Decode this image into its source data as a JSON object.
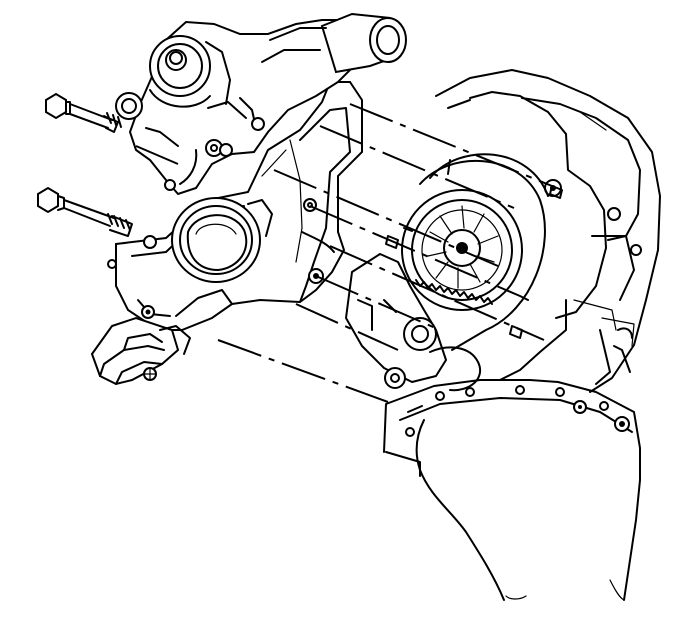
{
  "figure": {
    "kind": "line-art exploded view",
    "ink_color": "#000000",
    "background_color": "#ffffff",
    "parts": [
      {
        "id": "water-pump",
        "icon": "water-pump-icon"
      },
      {
        "id": "engine-front-cover",
        "icon": "front-cover-icon"
      },
      {
        "id": "cover-bolt-upper",
        "icon": "bolt-icon"
      },
      {
        "id": "cover-bolt-lower",
        "icon": "bolt-icon"
      },
      {
        "id": "crankshaft-seal",
        "icon": "seal-icon"
      },
      {
        "id": "oil-filter-adapter",
        "icon": "oil-filter-adapter-icon"
      },
      {
        "id": "camshaft-sprocket",
        "icon": "sprocket-icon"
      },
      {
        "id": "timing-chain",
        "icon": "chain-icon"
      },
      {
        "id": "engine-block",
        "icon": "engine-block-icon"
      },
      {
        "id": "oil-pan",
        "icon": "oil-pan-icon"
      }
    ]
  }
}
